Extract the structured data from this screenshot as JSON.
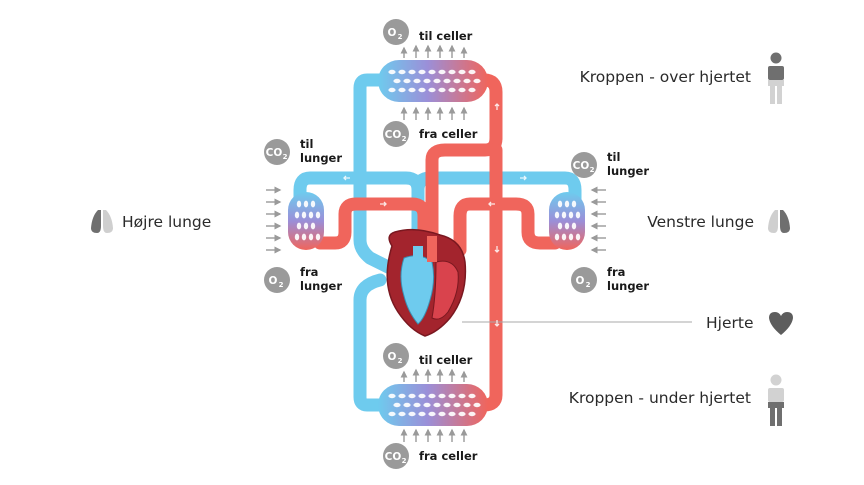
{
  "labels": {
    "upper_body": "Kroppen - over hjertet",
    "lower_body": "Kroppen - under hjertet",
    "right_lung": "Højre lunge",
    "left_lung": "Venstre lunge",
    "heart": "Hjerte"
  },
  "gas": {
    "o2_main": "O",
    "co2_main": "CO",
    "sub": "2"
  },
  "flows": {
    "to_cells": "til celler",
    "from_cells": "fra celler",
    "to": "til",
    "from": "fra",
    "lungs": "lunger"
  },
  "colors": {
    "oxygenated": "#f0655c",
    "deoxygenated": "#6ecbee",
    "heart": "#a3242d",
    "badge": "#9a9a9a",
    "arrow": "#9a9a9a",
    "icon_dark": "#6f6f6f",
    "icon_light": "#cfcfcf"
  }
}
